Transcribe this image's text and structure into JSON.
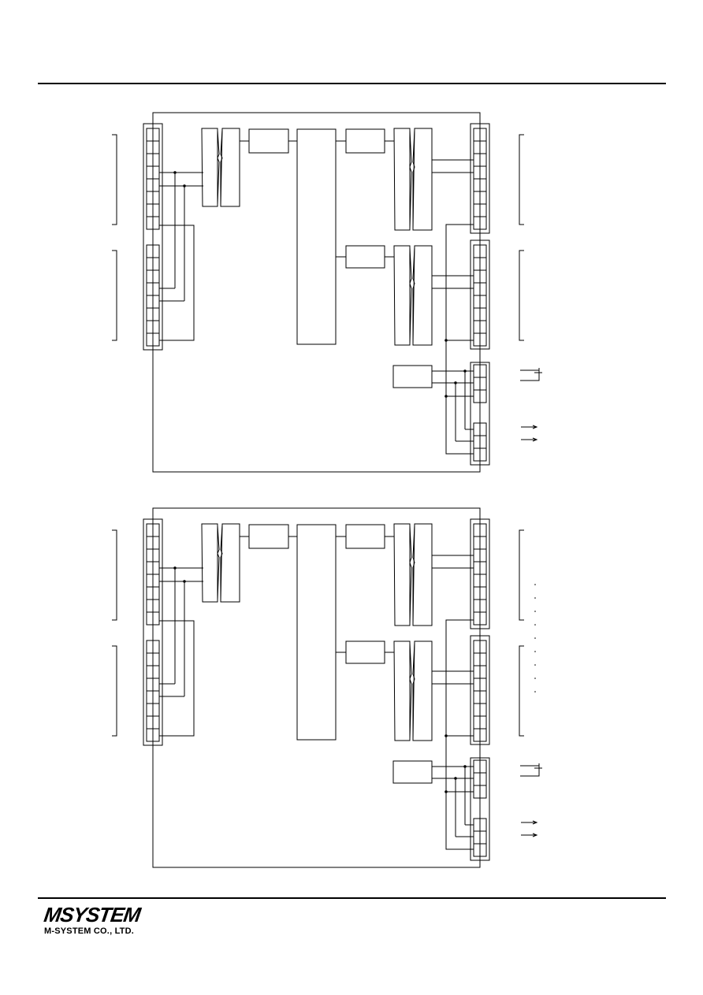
{
  "brand": {
    "logo": "MSYSTEM",
    "company": "M-SYSTEM CO., LTD."
  },
  "diagrams": [
    {
      "id": "upper"
    },
    {
      "id": "lower"
    }
  ]
}
